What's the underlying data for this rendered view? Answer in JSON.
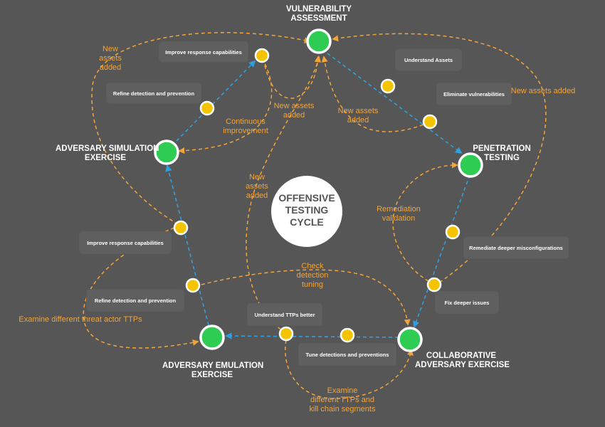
{
  "center": {
    "line1": "OFFENSIVE",
    "line2": "TESTING",
    "line3": "CYCLE"
  },
  "stages": {
    "vulnerability": {
      "line1": "VULNERABILITY",
      "line2": "ASSESSMENT"
    },
    "penetration": {
      "line1": "PENETRATION",
      "line2": "TESTING"
    },
    "collaborative": {
      "line1": "COLLABORATIVE",
      "line2": "ADVERSARY EXERCISE"
    },
    "emulation": {
      "line1": "ADVERSARY EMULATION",
      "line2": "EXERCISE"
    },
    "simulation": {
      "line1": "ADVERSARY SIMULATION",
      "line2": "EXERCISE"
    }
  },
  "steps": {
    "improve_response_top": "Improve response capabilities",
    "refine_detection_top": "Refine detection and prevention",
    "understand_assets": "Understand Assets",
    "eliminate_vulnerabilities": "Eliminate vulnerabilities",
    "remediate_deeper": "Remediate deeper misconfigurations",
    "fix_deeper": "Fix deeper issues",
    "understand_ttps": "Understand TTPs better",
    "tune_detections": "Tune detections and preventions",
    "refine_detection_bottom": "Refine detection and prevention",
    "improve_response_bottom": "Improve response capabilities"
  },
  "annotations": {
    "new_assets_left": {
      "line1": "New",
      "line2": "assets",
      "line3": "added"
    },
    "continuous": {
      "line1": "Continuous",
      "line2": "improvement"
    },
    "new_assets_mid1": {
      "line1": "New assets",
      "line2": "added"
    },
    "new_assets_mid2": {
      "line1": "New assets",
      "line2": "added"
    },
    "new_assets_right": "New assets added",
    "new_assets_center": {
      "line1": "New",
      "line2": "assets",
      "line3": "added"
    },
    "remediation": {
      "line1": "Remediation",
      "line2": "validation"
    },
    "check_detection": {
      "line1": "Check",
      "line2": "detection",
      "line3": "tuning"
    },
    "examine_ttps": "Examine different threat actor TTPs",
    "examine_kill": {
      "line1": "Examine",
      "line2": "different TTPs and",
      "line3": "kill chain segments"
    }
  },
  "colors": {
    "background": "#565656",
    "stage_node": "#2ecc52",
    "step_node": "#f5c400",
    "blue_flow": "#2f9fe0",
    "orange_flow": "#f2a43a",
    "step_box": "#5f5f5f",
    "center_circle": "#ffffff"
  }
}
